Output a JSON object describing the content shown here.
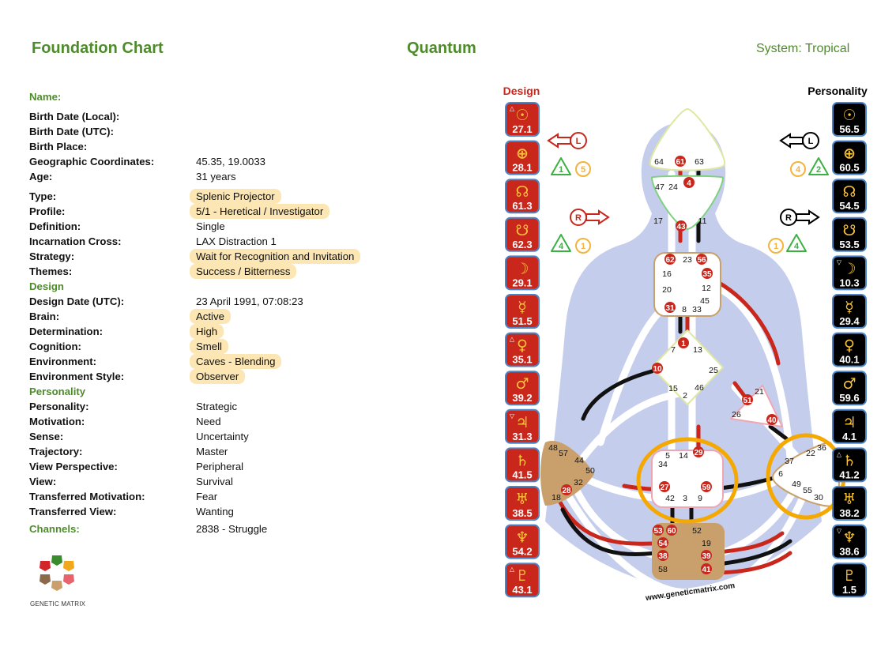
{
  "header": {
    "title": "Foundation Chart",
    "center": "Quantum",
    "system": "System: Tropical"
  },
  "info": {
    "name_label": "Name:",
    "birth_date_local_label": "Birth Date (Local):",
    "birth_date_utc_label": "Birth Date (UTC):",
    "birth_place_label": "Birth Place:",
    "geo_label": "Geographic Coordinates:",
    "geo_value": "45.35, 19.0033",
    "age_label": "Age:",
    "age_value": "31 years",
    "type_label": "Type:",
    "type_value": "Splenic Projector",
    "profile_label": "Profile:",
    "profile_value": "5/1 - Heretical / Investigator",
    "definition_label": "Definition:",
    "definition_value": "Single",
    "cross_label": "Incarnation Cross:",
    "cross_value": "LAX Distraction 1",
    "strategy_label": "Strategy:",
    "strategy_value": "Wait for Recognition and Invitation",
    "themes_label": "Themes:",
    "themes_value": "Success / Bitterness"
  },
  "design_section": {
    "heading": "Design",
    "rows": [
      {
        "label": "Design Date (UTC):",
        "value": "23 April 1991, 07:08:23",
        "hl": false
      },
      {
        "label": "Brain:",
        "value": "Active",
        "hl": true
      },
      {
        "label": "Determination:",
        "value": "High",
        "hl": true
      },
      {
        "label": "Cognition:",
        "value": "Smell",
        "hl": true
      },
      {
        "label": "Environment:",
        "value": "Caves - Blending",
        "hl": true
      },
      {
        "label": "Environment Style:",
        "value": "Observer",
        "hl": true
      }
    ]
  },
  "personality_section": {
    "heading": "Personality",
    "rows": [
      {
        "label": "Personality:",
        "value": "Strategic"
      },
      {
        "label": "Motivation:",
        "value": "Need"
      },
      {
        "label": "Sense:",
        "value": "Uncertainty"
      },
      {
        "label": "Trajectory:",
        "value": "Master"
      },
      {
        "label": "View Perspective:",
        "value": "Peripheral"
      },
      {
        "label": "View:",
        "value": "Survival"
      },
      {
        "label": "Transferred Motivation:",
        "value": "Fear"
      },
      {
        "label": "Transferred View:",
        "value": "Wanting"
      }
    ]
  },
  "channels": {
    "label": "Channels:",
    "value": "2838 - Struggle"
  },
  "logo": {
    "text": "GENETIC MATRIX",
    "colors": [
      "#3a8a2e",
      "#f2a81c",
      "#e8636e",
      "#c9a06b",
      "#8a6a4a",
      "#d3242a"
    ]
  },
  "diagram": {
    "design_label": "Design",
    "personality_label": "Personality",
    "url": "www.geneticmatrix.com",
    "colors": {
      "design": "#c9261c",
      "personality": "#000000",
      "body": "#c5cdec",
      "channel": "#ffffff",
      "highlight": "#f5a800",
      "gold": "#f7c23a"
    },
    "design_planets": [
      {
        "symbol": "☉",
        "value": "27.1",
        "tri": "△"
      },
      {
        "symbol": "⊕",
        "value": "28.1",
        "tri": ""
      },
      {
        "symbol": "☊",
        "value": "61.3",
        "tri": ""
      },
      {
        "symbol": "☋",
        "value": "62.3",
        "tri": ""
      },
      {
        "symbol": "☽",
        "value": "29.1",
        "tri": ""
      },
      {
        "symbol": "☿",
        "value": "51.5",
        "tri": ""
      },
      {
        "symbol": "♀",
        "value": "35.1",
        "tri": "△"
      },
      {
        "symbol": "♂",
        "value": "39.2",
        "tri": ""
      },
      {
        "symbol": "♃",
        "value": "31.3",
        "tri": "▽"
      },
      {
        "symbol": "♄",
        "value": "41.5",
        "tri": ""
      },
      {
        "symbol": "♅",
        "value": "38.5",
        "tri": ""
      },
      {
        "symbol": "♆",
        "value": "54.2",
        "tri": ""
      },
      {
        "symbol": "♇",
        "value": "43.1",
        "tri": "△"
      }
    ],
    "personality_planets": [
      {
        "symbol": "☉",
        "value": "56.5",
        "tri": ""
      },
      {
        "symbol": "⊕",
        "value": "60.5",
        "tri": ""
      },
      {
        "symbol": "☊",
        "value": "54.5",
        "tri": ""
      },
      {
        "symbol": "☋",
        "value": "53.5",
        "tri": ""
      },
      {
        "symbol": "☽",
        "value": "10.3",
        "tri": "▽"
      },
      {
        "symbol": "☿",
        "value": "29.4",
        "tri": ""
      },
      {
        "symbol": "♀",
        "value": "40.1",
        "tri": ""
      },
      {
        "symbol": "♂",
        "value": "59.6",
        "tri": ""
      },
      {
        "symbol": "♃",
        "value": "4.1",
        "tri": ""
      },
      {
        "symbol": "♄",
        "value": "41.2",
        "tri": "△"
      },
      {
        "symbol": "♅",
        "value": "38.2",
        "tri": ""
      },
      {
        "symbol": "♆",
        "value": "38.6",
        "tri": "▽"
      },
      {
        "symbol": "♇",
        "value": "1.5",
        "tri": ""
      }
    ],
    "arrows": {
      "design_top": {
        "letter": "L",
        "left": "1",
        "right": "5"
      },
      "design_bottom": {
        "letter": "R",
        "left": "4",
        "right": "1"
      },
      "personality_top": {
        "letter": "L",
        "left": "4",
        "right": "2"
      },
      "personality_bottom": {
        "letter": "R",
        "left": "1",
        "right": "4"
      }
    },
    "gates": [
      {
        "id": "64",
        "active": false
      },
      {
        "id": "61",
        "active": true
      },
      {
        "id": "63",
        "active": false
      },
      {
        "id": "47",
        "active": false
      },
      {
        "id": "24",
        "active": false
      },
      {
        "id": "4",
        "active": true
      },
      {
        "id": "17",
        "active": false
      },
      {
        "id": "11",
        "active": false
      },
      {
        "id": "43",
        "active": true
      },
      {
        "id": "62",
        "active": true
      },
      {
        "id": "23",
        "active": false
      },
      {
        "id": "56",
        "active": true
      },
      {
        "id": "16",
        "active": false
      },
      {
        "id": "35",
        "active": true
      },
      {
        "id": "12",
        "active": false
      },
      {
        "id": "20",
        "active": false
      },
      {
        "id": "45",
        "active": false
      },
      {
        "id": "31",
        "active": true
      },
      {
        "id": "8",
        "active": false
      },
      {
        "id": "33",
        "active": false
      },
      {
        "id": "1",
        "active": true
      },
      {
        "id": "7",
        "active": false
      },
      {
        "id": "13",
        "active": false
      },
      {
        "id": "10",
        "active": true
      },
      {
        "id": "25",
        "active": false
      },
      {
        "id": "15",
        "active": false
      },
      {
        "id": "2",
        "active": false
      },
      {
        "id": "46",
        "active": false
      },
      {
        "id": "21",
        "active": false
      },
      {
        "id": "51",
        "active": true
      },
      {
        "id": "26",
        "active": false
      },
      {
        "id": "40",
        "active": true
      },
      {
        "id": "48",
        "active": false
      },
      {
        "id": "57",
        "active": false
      },
      {
        "id": "44",
        "active": false
      },
      {
        "id": "50",
        "active": false
      },
      {
        "id": "32",
        "active": false
      },
      {
        "id": "28",
        "active": true
      },
      {
        "id": "18",
        "active": false
      },
      {
        "id": "5",
        "active": false
      },
      {
        "id": "14",
        "active": false
      },
      {
        "id": "29",
        "active": true
      },
      {
        "id": "34",
        "active": false
      },
      {
        "id": "27",
        "active": true
      },
      {
        "id": "59",
        "active": true
      },
      {
        "id": "42",
        "active": false
      },
      {
        "id": "3",
        "active": false
      },
      {
        "id": "9",
        "active": false
      },
      {
        "id": "37",
        "active": false
      },
      {
        "id": "22",
        "active": false
      },
      {
        "id": "36",
        "active": false
      },
      {
        "id": "6",
        "active": false
      },
      {
        "id": "49",
        "active": false
      },
      {
        "id": "55",
        "active": false
      },
      {
        "id": "30",
        "active": false
      },
      {
        "id": "53",
        "active": true
      },
      {
        "id": "60",
        "active": true
      },
      {
        "id": "52",
        "active": false
      },
      {
        "id": "54",
        "active": true
      },
      {
        "id": "19",
        "active": false
      },
      {
        "id": "38",
        "active": true
      },
      {
        "id": "39",
        "active": true
      },
      {
        "id": "58",
        "active": false
      },
      {
        "id": "41",
        "active": true
      }
    ]
  }
}
